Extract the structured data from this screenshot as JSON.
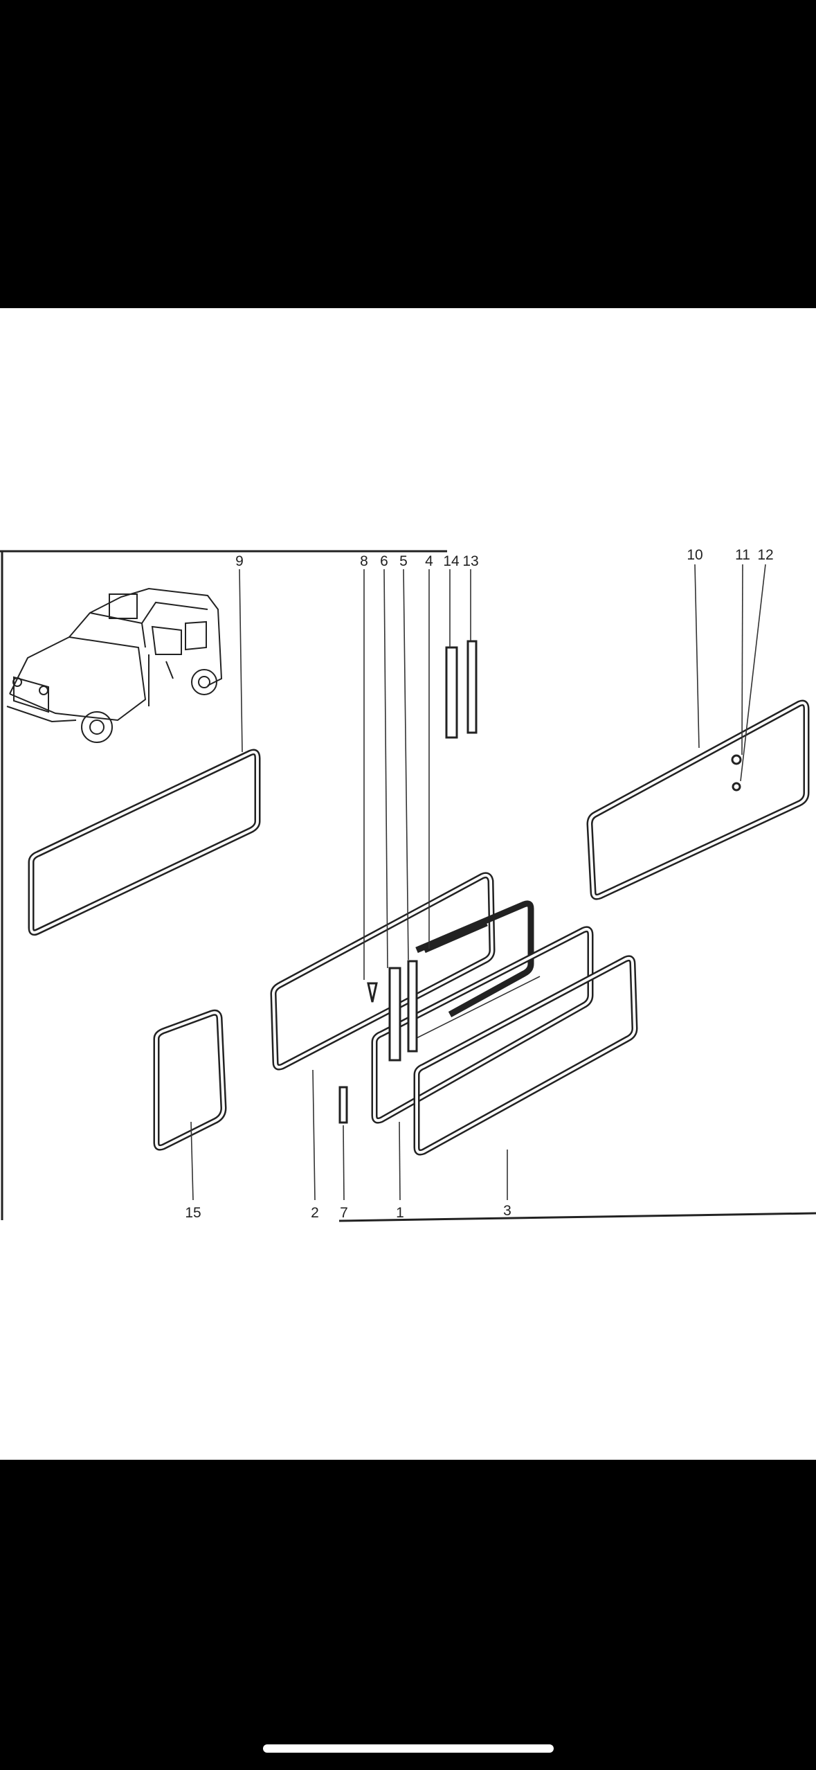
{
  "viewer": {
    "home_indicator": "home-indicator"
  },
  "diagram": {
    "labels": {
      "p1": "1",
      "p2": "2",
      "p3": "3",
      "p4": "4",
      "p5": "5",
      "p6": "6",
      "p7": "7",
      "p8": "8",
      "p9": "9",
      "p10": "10",
      "p11": "11",
      "p12": "12",
      "p13": "13",
      "p14": "14",
      "p15": "15"
    }
  }
}
